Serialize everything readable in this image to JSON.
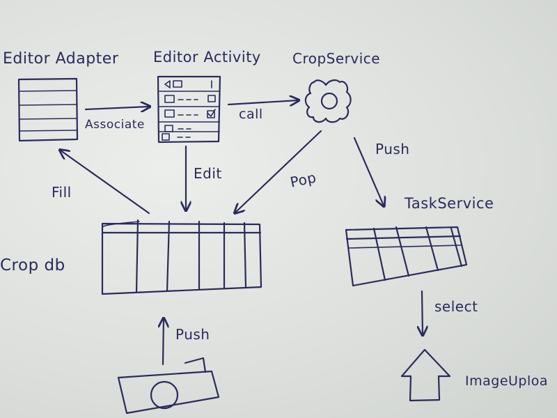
{
  "components": {
    "editor_adapter": "Editor Adapter",
    "editor_activity": "Editor Activity",
    "crop_service": "CropService",
    "task_service": "TaskService",
    "crop_db": "Crop db",
    "image_upload": "ImageUploa"
  },
  "edges": {
    "associate": "Associate",
    "call": "call",
    "edit": "Edit",
    "pop": "Pop",
    "push_to_task": "Push",
    "fill": "Fill",
    "select": "select",
    "push_from_camera": "Push"
  },
  "colors": {
    "ink": "#2a2a5c",
    "paper": "#dfe2df"
  }
}
